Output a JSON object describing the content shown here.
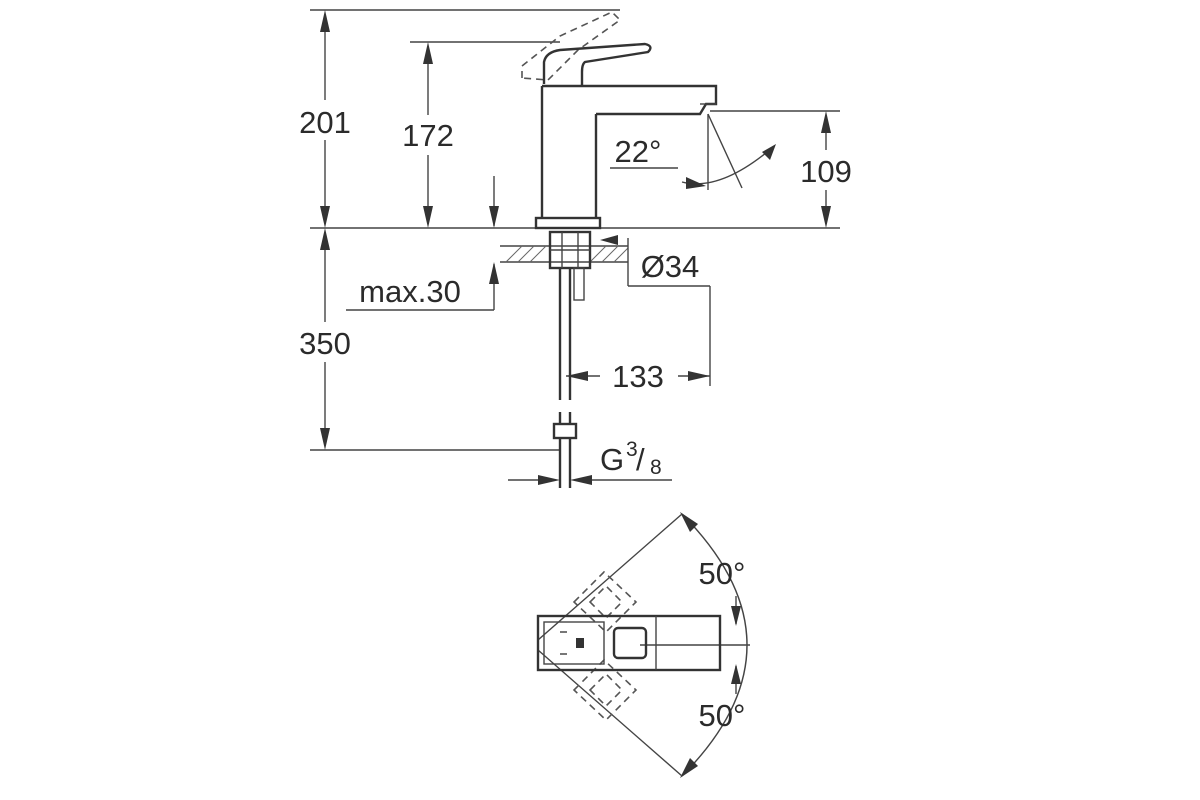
{
  "dimensions": {
    "total_height": "201",
    "lever_height": "172",
    "spout_height": "109",
    "spout_angle": "22°",
    "hole_diameter": "Ø34",
    "max_thickness": "max.30",
    "hose_length": "350",
    "projection": "133",
    "connection_base": "G",
    "connection_num": "3",
    "connection_den": "8"
  },
  "plan_view": {
    "angle_upper": "50°",
    "angle_lower": "50°"
  }
}
